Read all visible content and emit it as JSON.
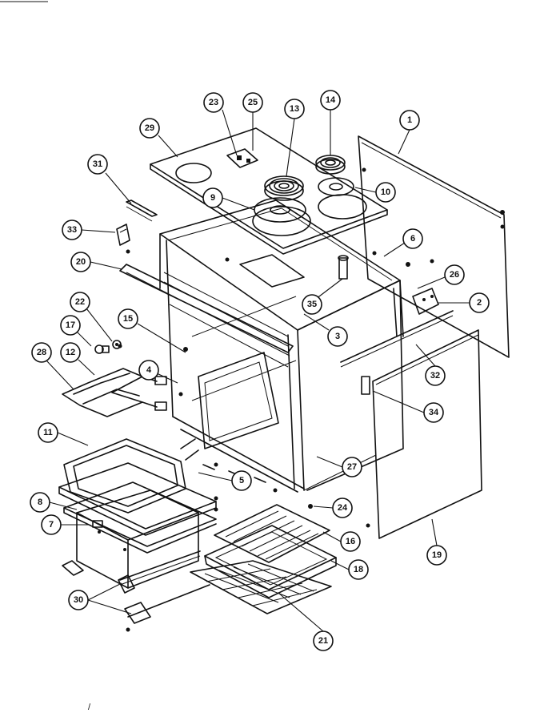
{
  "callouts": [
    {
      "label": "1"
    },
    {
      "label": "2"
    },
    {
      "label": "3"
    },
    {
      "label": "4"
    },
    {
      "label": "5"
    },
    {
      "label": "6"
    },
    {
      "label": "7"
    },
    {
      "label": "8"
    },
    {
      "label": "9"
    },
    {
      "label": "10"
    },
    {
      "label": "11"
    },
    {
      "label": "12"
    },
    {
      "label": "13"
    },
    {
      "label": "14"
    },
    {
      "label": "15"
    },
    {
      "label": "16"
    },
    {
      "label": "17"
    },
    {
      "label": "18"
    },
    {
      "label": "19"
    },
    {
      "label": "20"
    },
    {
      "label": "21"
    },
    {
      "label": "22"
    },
    {
      "label": "23"
    },
    {
      "label": "24"
    },
    {
      "label": "25"
    },
    {
      "label": "26"
    },
    {
      "label": "27"
    },
    {
      "label": "28"
    },
    {
      "label": "29"
    },
    {
      "label": "30"
    },
    {
      "label": "31"
    },
    {
      "label": "32"
    },
    {
      "label": "33"
    },
    {
      "label": "34"
    },
    {
      "label": "35"
    }
  ],
  "footer_mark": "/"
}
